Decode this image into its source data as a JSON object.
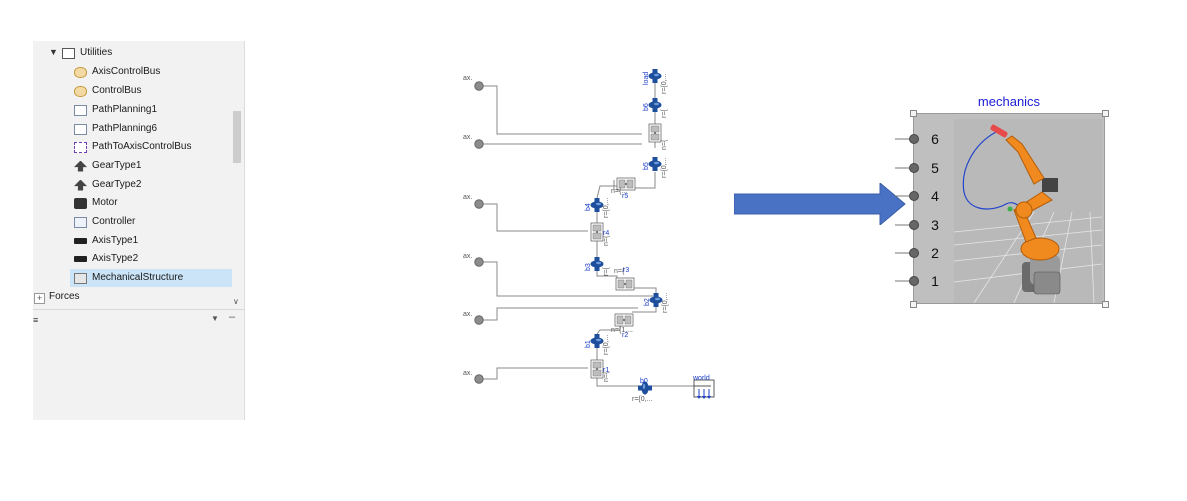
{
  "library": {
    "root": {
      "label": "Utilities",
      "icon": "tools-icon"
    },
    "items": [
      {
        "label": "AxisControlBus",
        "icon": "bus-icon"
      },
      {
        "label": "ControlBus",
        "icon": "bus-icon"
      },
      {
        "label": "PathPlanning1",
        "icon": "path-icon"
      },
      {
        "label": "PathPlanning6",
        "icon": "path-icon"
      },
      {
        "label": "PathToAxisControlBus",
        "icon": "connector-icon"
      },
      {
        "label": "GearType1",
        "icon": "gear-icon"
      },
      {
        "label": "GearType2",
        "icon": "gear-icon"
      },
      {
        "label": "Motor",
        "icon": "motor-icon"
      },
      {
        "label": "Controller",
        "icon": "controller-icon"
      },
      {
        "label": "AxisType1",
        "icon": "axis-icon"
      },
      {
        "label": "AxisType2",
        "icon": "axis-icon"
      },
      {
        "label": "MechanicalStructure",
        "icon": "mechanical-structure-icon",
        "selected": true
      }
    ],
    "sibling": {
      "label": "Forces",
      "expander": "+"
    },
    "selection_color": "#cce4f7"
  },
  "diagram": {
    "axis_label": "ax.",
    "labels": {
      "load": "load",
      "b6": "b6",
      "b5": "b5",
      "b4": "b4",
      "b3": "b3",
      "b2": "b2",
      "b1": "b1",
      "b0": "b0",
      "r_trunc": "r={0,...",
      "r_flag": "r={",
      "n_trunc": "n={...",
      "n_partial": "n={1,...",
      "n_short": "n={",
      "r5": "r5",
      "r4": "r4",
      "r3": "r3",
      "r2": "r2",
      "r1": "r1",
      "world": "world"
    },
    "colors": {
      "wire": "#8a8a8a",
      "body": "#1e4f9c",
      "joint": "#bdbdbd",
      "label": "#1a3cc8"
    }
  },
  "arrow": {
    "color": "#4a72c4"
  },
  "mechanics": {
    "title": "mechanics",
    "ports": [
      "6",
      "5",
      "4",
      "3",
      "2",
      "1"
    ],
    "title_color": "#1b1bd6",
    "robot_color": "#f08a1e"
  }
}
